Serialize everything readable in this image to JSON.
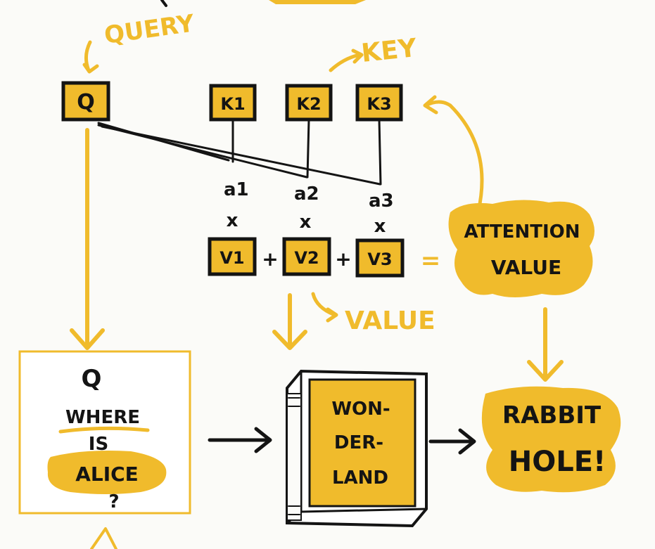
{
  "colors": {
    "accent": "#f0bb2c",
    "ink": "#141414",
    "paper": "#fbfbf8"
  },
  "labels": {
    "query": "QUERY",
    "key": "KEY",
    "value": "VALUE",
    "attention": "ATTENTION",
    "attention_line2": "VALUE"
  },
  "query_box": "Q",
  "keys": [
    "K1",
    "K2",
    "K3"
  ],
  "weights": [
    "a1",
    "a2",
    "a3"
  ],
  "times": "x",
  "values": [
    "V1",
    "V2",
    "V3"
  ],
  "plus": "+",
  "equals": "=",
  "card": {
    "q": "Q",
    "line1": "WHERE",
    "line2": "IS",
    "line3": "ALICE",
    "line4": "?"
  },
  "book": {
    "line1": "WON-",
    "line2": "DER-",
    "line3": "LAND"
  },
  "result": {
    "line1": "RABBIT",
    "line2": "HOLE!"
  },
  "icons": [
    "arrow-right-icon",
    "arrow-down-icon",
    "book-icon",
    "curved-arrow-icon"
  ]
}
